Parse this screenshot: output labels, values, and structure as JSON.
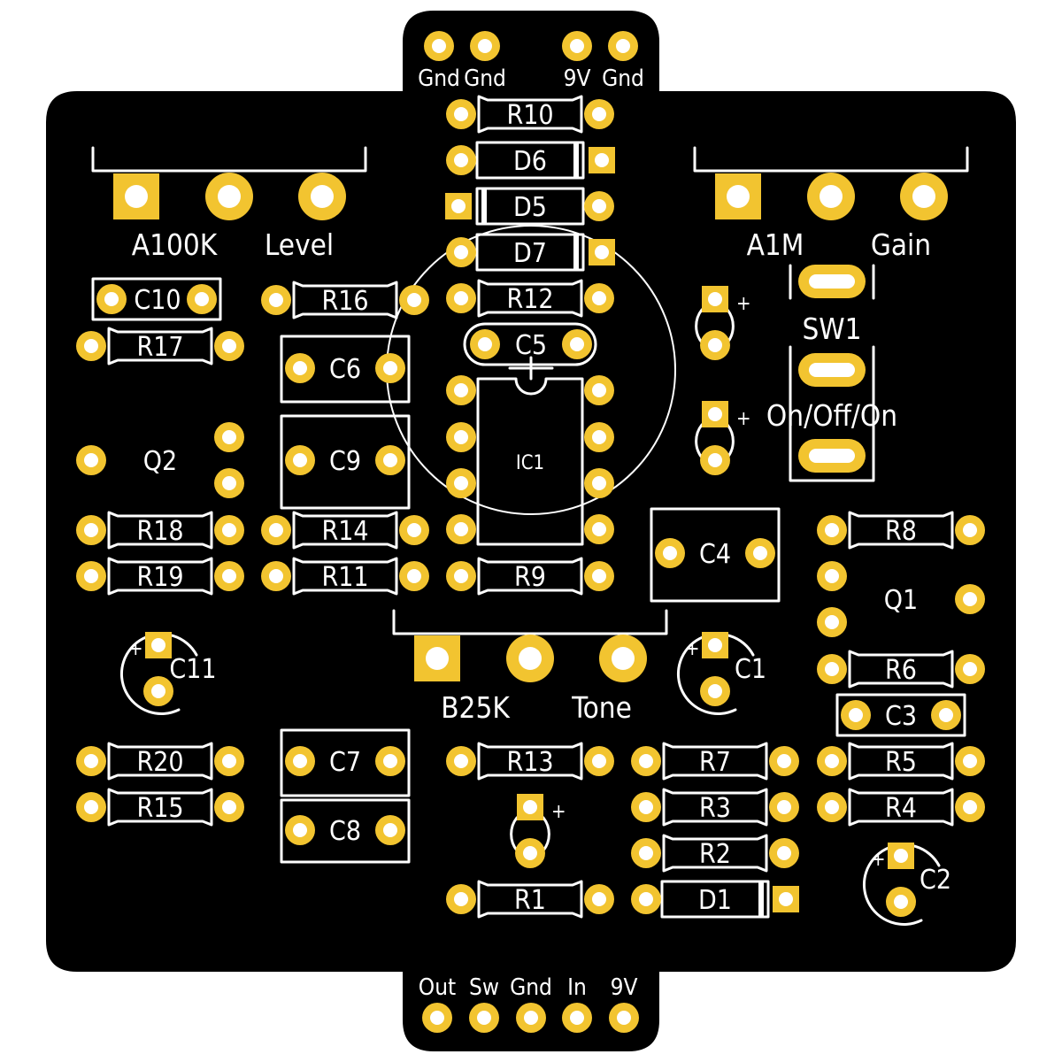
{
  "colors": {
    "board": "#000000",
    "silkscreen": "#ffffff",
    "pad": "#f2c430",
    "pad_hole": "#ffffff"
  },
  "header_top": {
    "labels": [
      "Gnd",
      "Gnd",
      "9V",
      "Gnd"
    ]
  },
  "header_bottom": {
    "labels": [
      "Out",
      "Sw",
      "Gnd",
      "In",
      "9V"
    ]
  },
  "pots": {
    "level": {
      "value": "A100K",
      "name": "Level"
    },
    "gain": {
      "value": "A1M",
      "name": "Gain"
    },
    "tone": {
      "value": "B25K",
      "name": "Tone"
    }
  },
  "switch": {
    "ref": "SW1",
    "type": "On/Off/On"
  },
  "ic": {
    "ref": "IC1"
  },
  "transistors": {
    "q1": "Q1",
    "q2": "Q2"
  },
  "resistors": {
    "r1": "R1",
    "r2": "R2",
    "r3": "R3",
    "r4": "R4",
    "r5": "R5",
    "r6": "R6",
    "r7": "R7",
    "r8": "R8",
    "r9": "R9",
    "r10": "R10",
    "r11": "R11",
    "r12": "R12",
    "r13": "R13",
    "r14": "R14",
    "r15": "R15",
    "r16": "R16",
    "r17": "R17",
    "r18": "R18",
    "r19": "R19",
    "r20": "R20"
  },
  "diodes": {
    "d1": "D1",
    "d5": "D5",
    "d6": "D6",
    "d7": "D7"
  },
  "box_caps": {
    "c3": "C3",
    "c4": "C4",
    "c5": "C5",
    "c6": "C6",
    "c7": "C7",
    "c8": "C8",
    "c9": "C9",
    "c10": "C10"
  },
  "electrolytic_caps": {
    "c1": "C1",
    "c2": "C2",
    "c11": "C11"
  },
  "polarity_mark": "+"
}
